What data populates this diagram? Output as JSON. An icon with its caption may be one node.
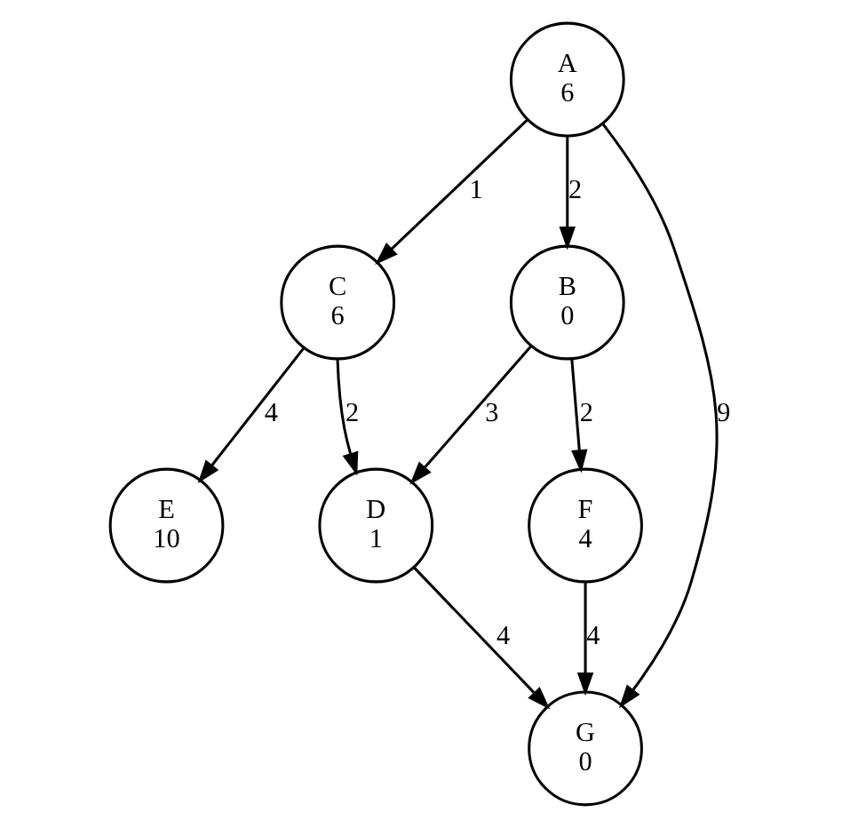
{
  "diagram": {
    "nodes": [
      {
        "text": [
          "A",
          "6"
        ]
      },
      {
        "text": [
          "C",
          "6"
        ]
      },
      {
        "text": [
          "B",
          "0"
        ]
      },
      {
        "text": [
          "E",
          "10"
        ]
      },
      {
        "text": [
          "D",
          "1"
        ]
      },
      {
        "text": [
          "F",
          "4"
        ]
      },
      {
        "text": [
          "G",
          "0"
        ]
      }
    ],
    "edges": [
      {
        "from": 0,
        "to": 1,
        "arrow": "to",
        "label": "1"
      },
      {
        "from": 0,
        "to": 2,
        "arrow": "to",
        "label": "2"
      },
      {
        "from": 0,
        "to": 6,
        "arrow": "to",
        "label": "9"
      },
      {
        "from": 1,
        "to": 3,
        "arrow": "to",
        "label": "4"
      },
      {
        "from": 1,
        "to": 4,
        "arrow": "to",
        "label": "2"
      },
      {
        "from": 2,
        "to": 4,
        "arrow": "to",
        "label": "3"
      },
      {
        "from": 2,
        "to": 5,
        "arrow": "to",
        "label": "2"
      },
      {
        "from": 5,
        "to": 6,
        "arrow": "to",
        "label": "4"
      },
      {
        "from": 4,
        "to": 6,
        "arrow": "to",
        "label": "4"
      }
    ]
  }
}
